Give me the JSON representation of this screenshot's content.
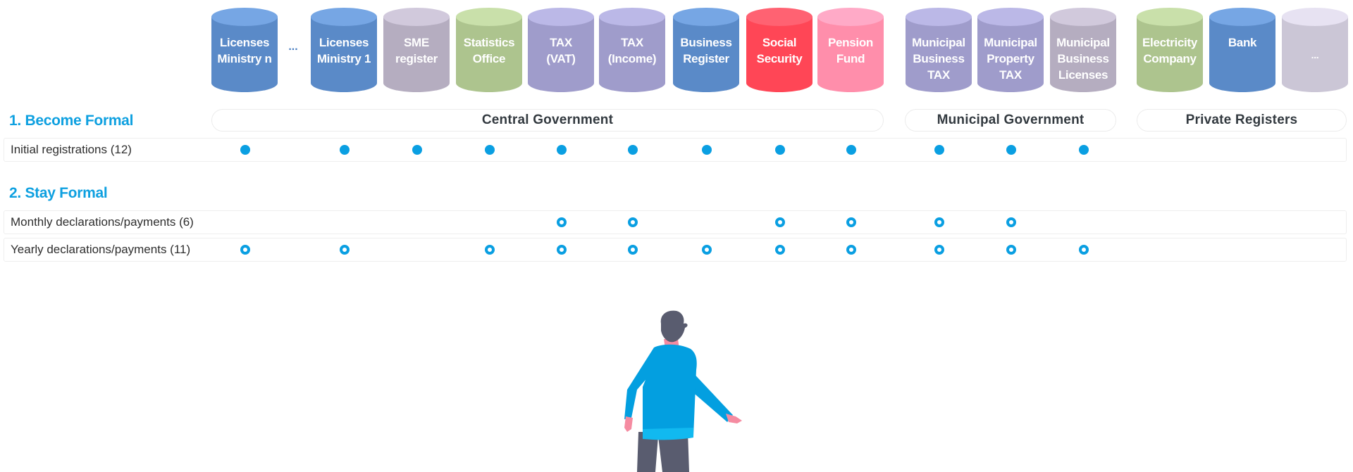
{
  "colors": {
    "accent": "#0a9fe2",
    "blue": "#5a8ac8",
    "grey_purple": "#b5adc0",
    "green": "#adc48e",
    "lavender": "#9f9ccb",
    "red": "#ff4656",
    "pink": "#ff8eab",
    "light_grey": "#cbc6d6"
  },
  "registers": [
    {
      "id": "licenses-ministry-n",
      "label": "Licenses\nMinistry n",
      "color": "blue"
    },
    {
      "id": "licenses-ministry-1",
      "label": "Licenses\nMinistry 1",
      "color": "blue"
    },
    {
      "id": "sme-register",
      "label": "SME\nregister",
      "color": "grey_purple"
    },
    {
      "id": "statistics-office",
      "label": "Statistics\nOffice",
      "color": "green"
    },
    {
      "id": "tax-vat",
      "label": "TAX\n(VAT)",
      "color": "lavender"
    },
    {
      "id": "tax-income",
      "label": "TAX\n(Income)",
      "color": "lavender"
    },
    {
      "id": "business-register",
      "label": "Business\nRegister",
      "color": "blue"
    },
    {
      "id": "social-security",
      "label": "Social\nSecurity",
      "color": "red"
    },
    {
      "id": "pension-fund",
      "label": "Pension\nFund",
      "color": "pink"
    },
    {
      "id": "municipal-business-tax",
      "label": "Municipal\nBusiness\nTAX",
      "color": "lavender"
    },
    {
      "id": "municipal-property-tax",
      "label": "Municipal\nProperty\nTAX",
      "color": "lavender"
    },
    {
      "id": "municipal-business-licenses",
      "label": "Municipal\nBusiness\nLicenses",
      "color": "grey_purple"
    },
    {
      "id": "electricity-company",
      "label": "Electricity\nCompany",
      "color": "green"
    },
    {
      "id": "bank",
      "label": "Bank",
      "color": "blue"
    },
    {
      "id": "more-private",
      "label": "...",
      "color": "light_grey"
    }
  ],
  "gap_ellipsis": "...",
  "groups": {
    "central": "Central Government",
    "municipal": "Municipal Government",
    "private": "Private Registers"
  },
  "sections": {
    "become_formal": "1. Become Formal",
    "stay_formal": "2. Stay Formal"
  },
  "rows": [
    {
      "label": "Initial registrations (12)",
      "style": "full",
      "marks": [
        1,
        1,
        1,
        1,
        1,
        1,
        1,
        1,
        1,
        1,
        1,
        1,
        0,
        0,
        0
      ]
    },
    {
      "label": "Monthly declarations/payments (6)",
      "style": "ring",
      "marks": [
        0,
        0,
        0,
        0,
        1,
        1,
        0,
        1,
        1,
        1,
        1,
        0,
        0,
        0,
        0
      ]
    },
    {
      "label": "Yearly declarations/payments (11)",
      "style": "ring",
      "marks": [
        1,
        1,
        0,
        1,
        1,
        1,
        1,
        1,
        1,
        1,
        1,
        1,
        0,
        0,
        0
      ]
    }
  ]
}
